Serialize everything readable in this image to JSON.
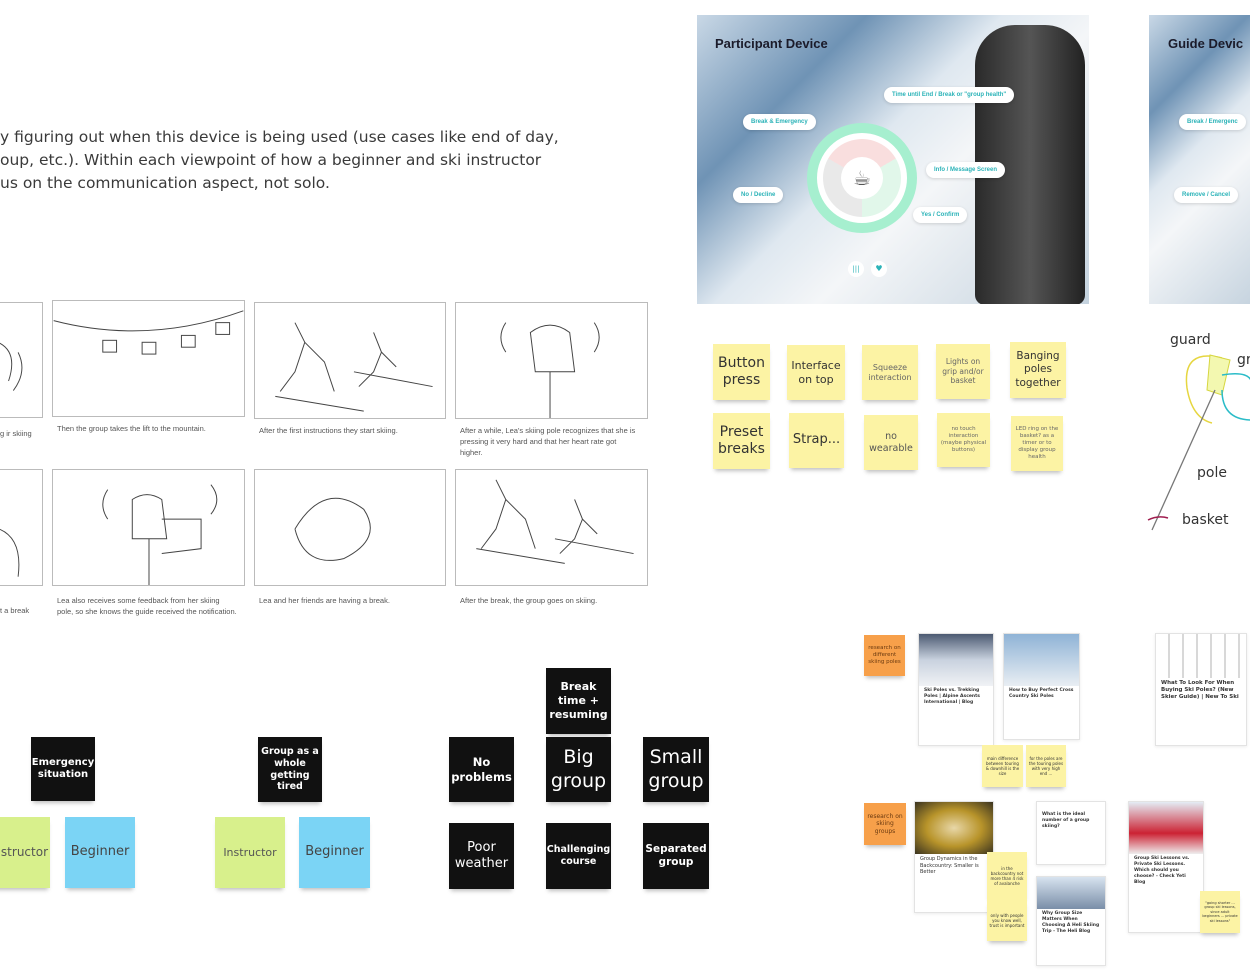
{
  "intro_text": [
    "y figuring out when this device is being used (use cases like end of day,",
    "oup, etc.). Within each viewpoint of how a beginner and ski instructor",
    "us on the communication aspect, not solo."
  ],
  "storyboard": {
    "row1_captions": [
      "g\nir skiing",
      "Then the group takes the lift to the mountain.",
      "After the first instructions they start skiing.",
      "After a while, Lea's skiing pole recognizes that she is pressing it very hard and that her heart rate got higher."
    ],
    "row2_captions": [
      "t a break",
      "Lea also receives some feedback from her skiing pole, so she knows the guide received the notification.",
      "Lea and her friends are having a break.",
      "After the break, the group goes on skiing."
    ]
  },
  "participant_device": {
    "title": "Participant Device",
    "labels": {
      "time": "Time until End / Break or \"group health\"",
      "break": "Break & Emergency",
      "info": "Info / Message Screen",
      "no": "No / Decline",
      "yes": "Yes / Confirm"
    },
    "accent": "#2bb3b8"
  },
  "guide_device": {
    "title": "Guide Devic",
    "labels": {
      "break": "Break / Emergenc",
      "remove": "Remove / Cancel"
    }
  },
  "ideas": [
    [
      "Button press",
      "Interface on top",
      "Squeeze interaction",
      "Lights on grip and/or basket",
      "Banging poles together"
    ],
    [
      "Preset breaks",
      "Strap...",
      "no wearable",
      "no touch interaction (maybe physical buttons)",
      "LED ring on the basket? as a timer or to display group health"
    ]
  ],
  "sketch": {
    "guard": "guard",
    "grip": "gr",
    "pole": "pole",
    "basket": "basket"
  },
  "scenarios": {
    "emergency": "Emergency situation",
    "instructor1": "structor",
    "beginner1": "Beginner",
    "tired": "Group as a whole getting tired",
    "instructor2": "Instructor",
    "beginner2": "Beginner",
    "break": "Break time + resuming",
    "no_problems": "No problems",
    "big": "Big group",
    "small": "Small group",
    "weather": "Poor weather",
    "course": "Challenging course",
    "separated": "Separated group"
  },
  "research": {
    "poles_note": "research on different skiing poles",
    "groups_note": "research on skiing groups",
    "cards": [
      "Ski Poles vs. Trekking Poles | Alpine Ascents International | Blog",
      "How to Buy Perfect Cross Country Ski Poles",
      "What To Look For When Buying Ski Poles? (New Skier Guide) | New To Ski",
      "Group Dynamics in the Backcountry: Smaller is Better",
      "What is the ideal number of a group skiing?",
      "Why Group Size Matters When Choosing A Heli Skiing Trip - The Heli Blog",
      "Group Ski Lessons vs. Private Ski Lessons. Which should you choose? - Check Yeti Blog"
    ],
    "notes": [
      "main difference between touring & downhill is the size",
      "in the backcountry not more than 4 risk of avalanche",
      "only with people you know well, trust is important",
      "\"going shorter ... group ski lessons, since adult beginners ... private ski lessons\"",
      "for the poles are the touring poles with very high end ..."
    ]
  }
}
